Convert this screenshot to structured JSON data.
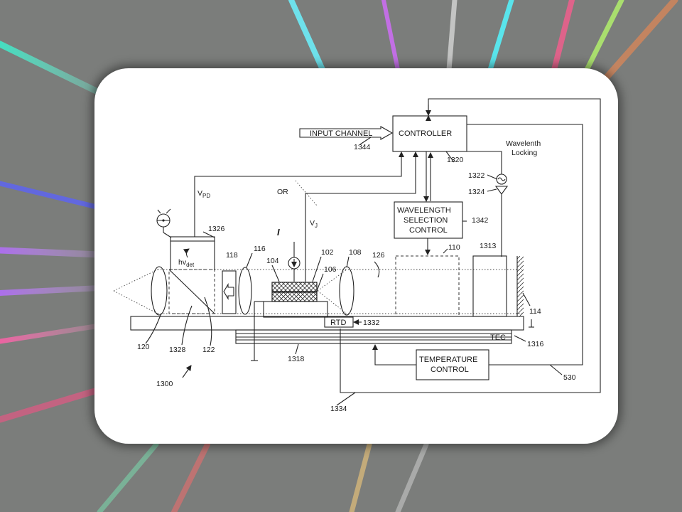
{
  "colors": {
    "background": "#7b7d7b",
    "card": "#ffffff",
    "ink": "#1a1a1a"
  },
  "diagram": {
    "input_channel": "INPUT CHANNEL",
    "controller": "CONTROLLER",
    "wavelength_locking": [
      "Wavelenth",
      "Locking"
    ],
    "wavelength_selection_control": [
      "WAVELENGTH",
      "SELECTION",
      "CONTROL"
    ],
    "temperature_control": [
      "TEMPERATURE",
      "CONTROL"
    ],
    "rtd": "RTD",
    "tec": "TEC",
    "or": "OR",
    "vpd": "V",
    "vpd_sub": "PD",
    "vj": "V",
    "vj_sub": "J",
    "current": "I",
    "hv": "hv",
    "hv_sub": "det",
    "refs": {
      "r1344": "1344",
      "r1320": "1320",
      "r1322": "1322",
      "r1324": "1324",
      "r1342": "1342",
      "r1326": "1326",
      "r118": "118",
      "r116": "116",
      "r102": "102",
      "r104": "104",
      "r106": "106",
      "r108": "108",
      "r126": "126",
      "r110": "110",
      "r1313": "1313",
      "r114": "114",
      "r1316": "1316",
      "r1332": "1332",
      "r120": "120",
      "r1328": "1328",
      "r122": "122",
      "r1318": "1318",
      "r530": "530",
      "r1300": "1300",
      "r1334": "1334"
    }
  }
}
